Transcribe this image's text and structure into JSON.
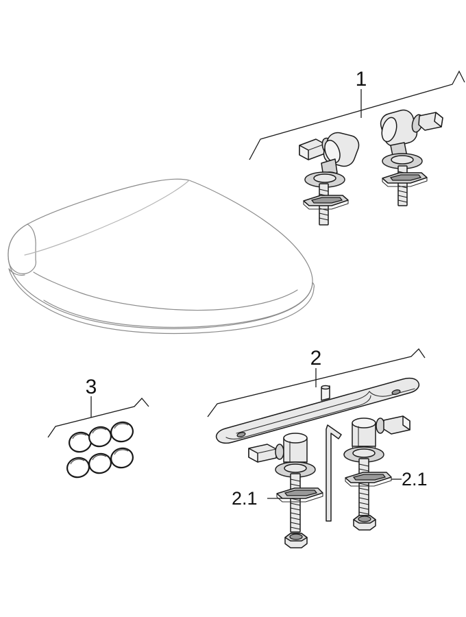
{
  "diagram": {
    "title": "Toilet seat and cover exploded assembly diagram",
    "background_color": "#ffffff",
    "line_color": "#1a1a1a",
    "seat_line_color": "#8a8a8a",
    "metal_fill_color": "#d4d4d4"
  },
  "callouts": [
    {
      "id": "callout-1",
      "label": "1",
      "target": "hinge-bolt-set-upper",
      "description": "Hinge bolt set with washers, brackets and bolts"
    },
    {
      "id": "callout-2",
      "label": "2",
      "target": "hinge-mounting-bar",
      "description": "Hinge mounting bar with end holes and centre pin"
    },
    {
      "id": "callout-3",
      "label": "3",
      "target": "buffer-set",
      "description": "Set of six rubber buffers"
    },
    {
      "id": "callout-2-1-left",
      "label": "2.1",
      "target": "hinge-bolt-assembly-left",
      "description": "Hinge bolt assembly, left"
    },
    {
      "id": "callout-2-1-right",
      "label": "2.1",
      "target": "hinge-bolt-assembly-right",
      "description": "Hinge bolt assembly, right"
    }
  ],
  "parts": {
    "seat_cover": {
      "name": "toilet-seat-cover",
      "label": "Toilet seat cover"
    },
    "hinge_bolt_upper_left": {
      "name": "hinge-bolt-upper-left",
      "label": "Hinge bolt, upper left"
    },
    "hinge_bolt_upper_right": {
      "name": "hinge-bolt-upper-right",
      "label": "Hinge bolt, upper right"
    },
    "mounting_bar": {
      "name": "hinge-mounting-bar",
      "label": "Hinge mounting bar"
    },
    "buffers": {
      "name": "buffer-set",
      "label": "Rubber buffers",
      "count": 6
    },
    "hinge_bolt_lower_left": {
      "name": "hinge-bolt-assembly-left",
      "label": "Hinge bolt assembly, left"
    },
    "hinge_bolt_lower_right": {
      "name": "hinge-bolt-assembly-right",
      "label": "Hinge bolt assembly, right"
    },
    "allen_key": {
      "name": "allen-key",
      "label": "Allen key"
    },
    "hex_nut_left": {
      "name": "hex-nut-left",
      "label": "Hex nut, left"
    },
    "hex_nut_right": {
      "name": "hex-nut-right",
      "label": "Hex nut, right"
    }
  }
}
